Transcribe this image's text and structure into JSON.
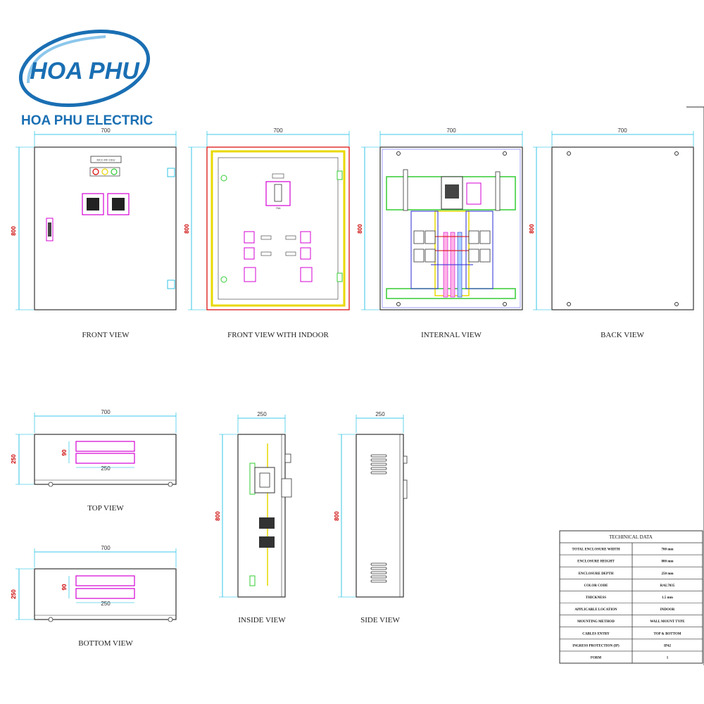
{
  "brand": {
    "logo_text": "HOA PHU",
    "company": "HOA PHU ELECTRIC",
    "color": "#1a6fb3"
  },
  "views": {
    "front": {
      "label": "FRONT VIEW",
      "width": "700",
      "height": "800",
      "nameplate": "MCC-RF-ODU"
    },
    "front_indoor": {
      "label": "FRONT VIEW WITH INDOOR",
      "width": "700",
      "height": "800",
      "breaker_tag": "75A"
    },
    "internal": {
      "label": "INTERNAL VIEW",
      "width": "700",
      "height": "800"
    },
    "back": {
      "label": "BACK VIEW",
      "width": "700",
      "height": "800"
    },
    "top": {
      "label": "TOP VIEW",
      "width": "700",
      "depth": "250",
      "slot_h": "90",
      "slot_w": "250"
    },
    "bottom": {
      "label": "BOTTOM VIEW",
      "width": "700",
      "depth": "250",
      "slot_h": "90",
      "slot_w": "250"
    },
    "inside": {
      "label": "INSIDE VIEW",
      "depth": "250",
      "height": "800"
    },
    "side": {
      "label": "SIDE VIEW",
      "depth": "250",
      "height": "800"
    }
  },
  "technical": {
    "title": "TECHINICAL DATA",
    "rows": [
      {
        "key": "TOTAL ENCLOSURE WIDTH",
        "value": "700 mm"
      },
      {
        "key": "ENCLOSURE HEIGHT",
        "value": "800 mm"
      },
      {
        "key": "ENCLOSURE DEPTH",
        "value": "250 mm"
      },
      {
        "key": "COLOR CODE",
        "value": "RAL7035"
      },
      {
        "key": "THICKNESS",
        "value": "1.5 mm"
      },
      {
        "key": "APPLICABLE LOCATION",
        "value": "INDOOR"
      },
      {
        "key": "MOUNTING METHOD",
        "value": "WALL MOUNT TYPE"
      },
      {
        "key": "CABLES ENTRY",
        "value": "TOP & BOTTOM"
      },
      {
        "key": "INGRESS PROTECTION (IP)",
        "value": "IP42"
      },
      {
        "key": "FORM",
        "value": "1"
      }
    ]
  },
  "colors": {
    "outline": "#333333",
    "dimension": "#00b7e0",
    "magenta": "#d400d4",
    "green": "#33cc33",
    "yellow": "#e8d800",
    "blue": "#2b2bd6",
    "red": "#d80000"
  }
}
